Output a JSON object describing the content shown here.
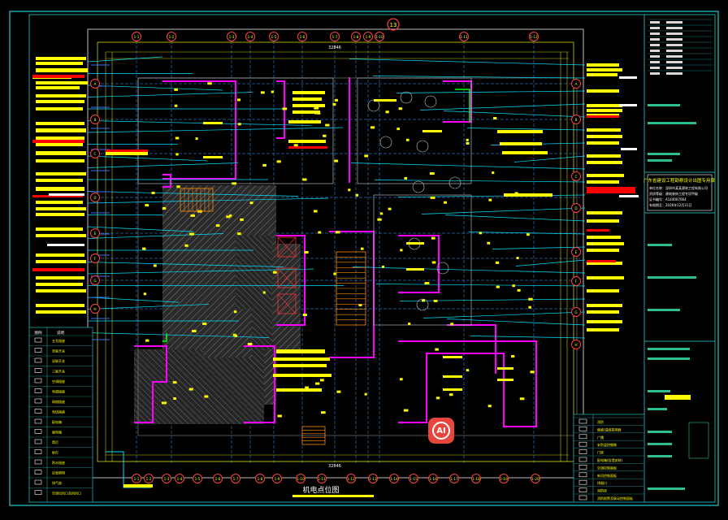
{
  "drawing": {
    "title": "机电点位图",
    "top_marker": "13",
    "top_grid_labels": [
      "1-1",
      "1-2",
      "1-3",
      "1-4",
      "1-5",
      "1-6",
      "1-7",
      "1-8",
      "1-9",
      "1-10",
      "1-11",
      "1-12"
    ],
    "bottom_grid_labels": [
      "1-1",
      "1-2",
      "1-3",
      "1-4",
      "1-5",
      "1-6",
      "1-7",
      "1-8",
      "1-9",
      "1-10",
      "1-11",
      "1-12",
      "1-13",
      "1-14",
      "1-15",
      "1-16",
      "1-17",
      "1-18",
      "1-19",
      "1-20"
    ],
    "left_grid_labels": [
      "A",
      "B",
      "C",
      "D",
      "E",
      "F",
      "G",
      "H"
    ],
    "right_grid_labels": [
      "A",
      "B",
      "C",
      "D",
      "E",
      "F",
      "G",
      "H"
    ],
    "top_dimension": "32846",
    "bottom_dimension": "32846"
  },
  "title_block": {
    "company": "广东省建设工程勘察设计出图专用章",
    "lines": [
      "单位名称：深圳市某某建筑工程有限公司",
      "资质等级：建筑装饰工程专项甲级",
      "证书编号：A144007064",
      "有效期至：2026年12月31日"
    ]
  },
  "legend_left": {
    "header": [
      "图例",
      "说明"
    ],
    "rows": [
      "五孔插座",
      "单联开关",
      "双联开关",
      "三联开关",
      "空调插座",
      "电视插座",
      "网络插座",
      "电话插座",
      "配电箱",
      "弱电箱",
      "筒灯",
      "射灯",
      "防水插座",
      "应急照明",
      "排气扇",
      "空调出风口及回风口"
    ]
  },
  "legend_right": {
    "rows": [
      "消防",
      "烟感/温感探测器",
      "广播",
      "安防监控摄像",
      "门禁",
      "配电箱(挂墙安装)",
      "空调控制面板",
      "新风控制面板",
      "排烟口",
      "消防栓",
      "消防报警及联动控制面板"
    ]
  },
  "badge": {
    "label": "AI"
  },
  "colors": {
    "background": "#000000",
    "frame": "#1fa3a3",
    "wall": "#ff00ff",
    "grid": "#3da0ff",
    "annotation": "#ffff00",
    "warning": "#ff0000",
    "dimension": "#c8c800",
    "pipe": "#00e0ff",
    "hatch": "#909090"
  }
}
